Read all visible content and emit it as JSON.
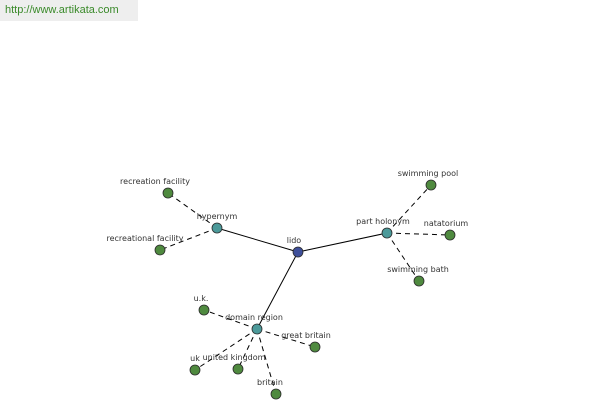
{
  "site": {
    "url_text": "http://www.artikata.com"
  },
  "colors": {
    "center_node": "#3e4f9a",
    "relation_node": "#4c9a9a",
    "leaf_node": "#4f8a3f",
    "edge": "#000000",
    "link_text": "#3a8a2a",
    "banner_bg": "#eeeeee"
  },
  "graph": {
    "center": {
      "id": "lido",
      "label": "lido"
    },
    "relations": [
      {
        "id": "hypernym",
        "label": "hypernym",
        "leaves": [
          {
            "id": "recreation-facility",
            "label": "recreation facility"
          },
          {
            "id": "recreational-facility",
            "label": "recreational facility"
          }
        ]
      },
      {
        "id": "part-holonym",
        "label": "part holonym",
        "leaves": [
          {
            "id": "swimming-pool",
            "label": "swimming pool"
          },
          {
            "id": "natatorium",
            "label": "natatorium"
          },
          {
            "id": "swimming-bath",
            "label": "swimming bath"
          }
        ]
      },
      {
        "id": "domain-region",
        "label": "domain region",
        "leaves": [
          {
            "id": "u-k",
            "label": "u.k."
          },
          {
            "id": "great-britain",
            "label": "great britain"
          },
          {
            "id": "uk",
            "label": "uk"
          },
          {
            "id": "united-kingdom",
            "label": "united kingdom"
          },
          {
            "id": "britain",
            "label": "britain"
          }
        ]
      }
    ]
  }
}
